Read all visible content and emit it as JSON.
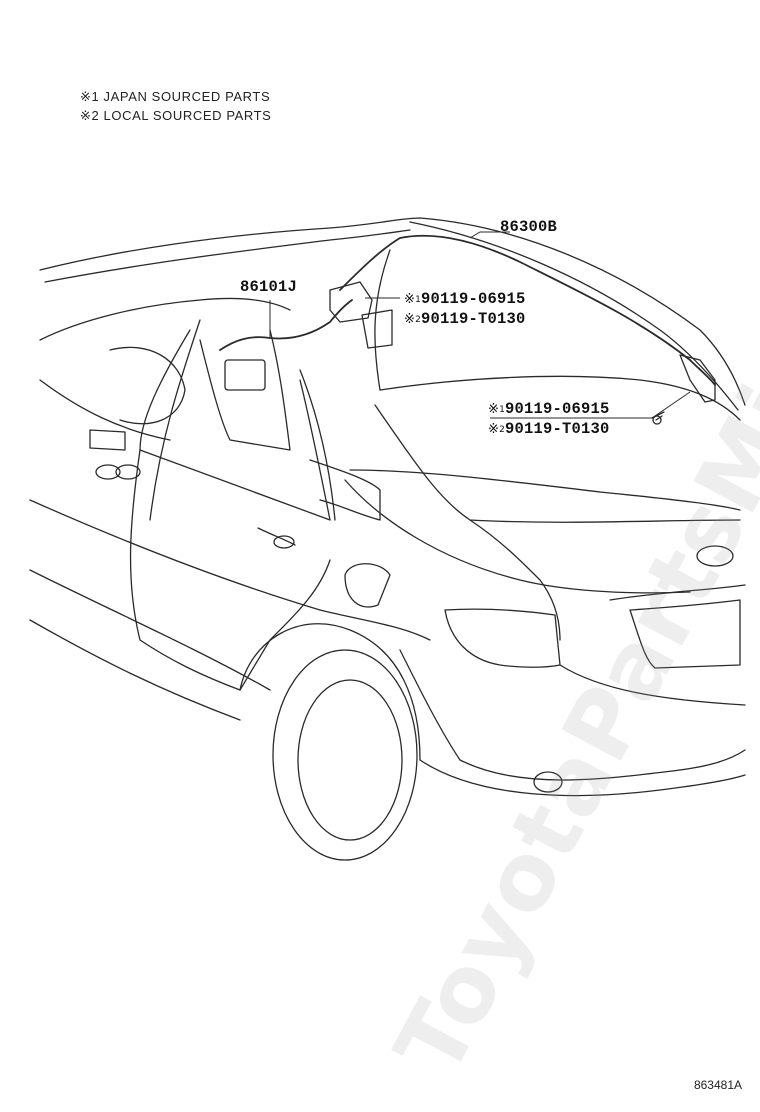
{
  "notes": {
    "note1": "※1 JAPAN SOURCED PARTS",
    "note2": "※2 LOCAL SOURCED PARTS"
  },
  "parts": {
    "p86300B": "86300B",
    "p86101J": "86101J",
    "left_group": {
      "mark1": "※",
      "num1": "1",
      "code1": "90119-06915",
      "mark2": "※",
      "num2": "2",
      "code2": "90119-T0130"
    },
    "right_group": {
      "mark1": "※",
      "num1": "1",
      "code1": "90119-06915",
      "mark2": "※",
      "num2": "2",
      "code2": "90119-T0130"
    }
  },
  "illustration_code": "863481A",
  "watermark": "ToyotaPartsMire.ru",
  "colors": {
    "line": "#2a2a2a",
    "background": "#ffffff"
  }
}
